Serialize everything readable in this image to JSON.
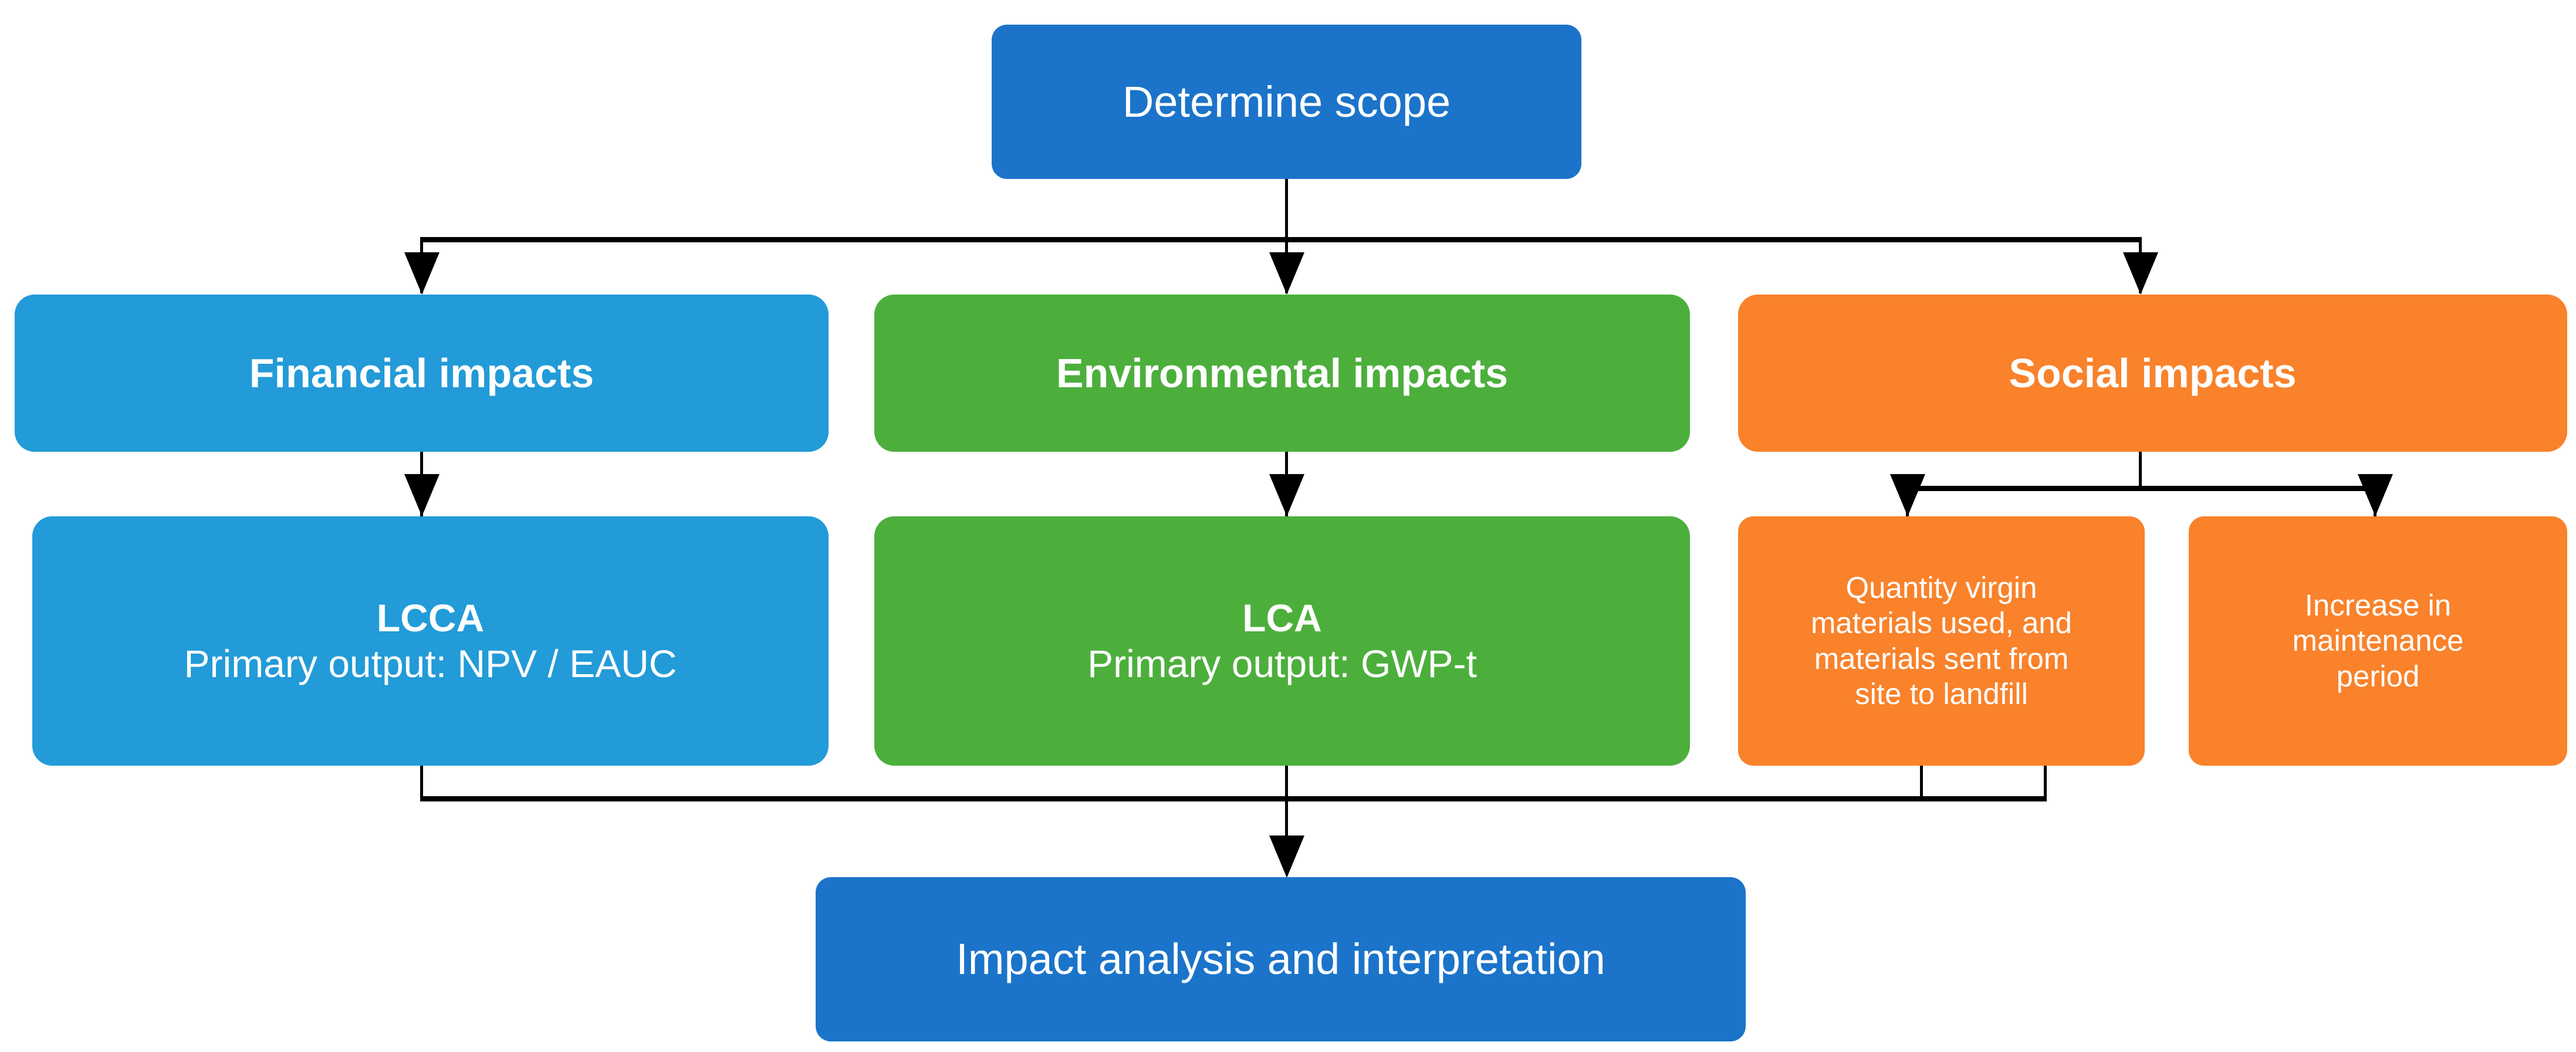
{
  "diagram": {
    "title": "Sustainability assessment framework flowchart",
    "colors": {
      "navy": "#1B74C9",
      "blue": "#229BD8",
      "green": "#4CAF3C",
      "orange": "#F9822B",
      "connector": "#000000",
      "text": "#FFFFFF"
    },
    "nodes": {
      "scope": {
        "label": "Determine scope"
      },
      "financial": {
        "label": "Financial impacts"
      },
      "environmental": {
        "label": "Environmental impacts"
      },
      "social": {
        "label": "Social impacts"
      },
      "lcca": {
        "title": "LCCA",
        "subtitle": "Primary output: NPV / EAUC"
      },
      "lca": {
        "title": "LCA",
        "subtitle": "Primary output: GWP-t"
      },
      "quantity_materials": {
        "line1": "Quantity virgin",
        "line2": "materials used, and",
        "line3": "materials sent from",
        "line4": "site to landfill"
      },
      "maintenance": {
        "line1": "Increase in",
        "line2": "maintenance",
        "line3": "period"
      },
      "impact": {
        "label": "Impact analysis and interpretation"
      }
    },
    "edges": [
      {
        "from": "scope",
        "to": "financial"
      },
      {
        "from": "scope",
        "to": "environmental"
      },
      {
        "from": "scope",
        "to": "social"
      },
      {
        "from": "financial",
        "to": "lcca"
      },
      {
        "from": "environmental",
        "to": "lca"
      },
      {
        "from": "social",
        "to": "quantity_materials"
      },
      {
        "from": "social",
        "to": "maintenance"
      },
      {
        "from": "lcca",
        "to": "impact"
      },
      {
        "from": "lca",
        "to": "impact"
      },
      {
        "from": "quantity_materials",
        "to": "impact"
      },
      {
        "from": "maintenance",
        "to": "impact"
      }
    ]
  }
}
